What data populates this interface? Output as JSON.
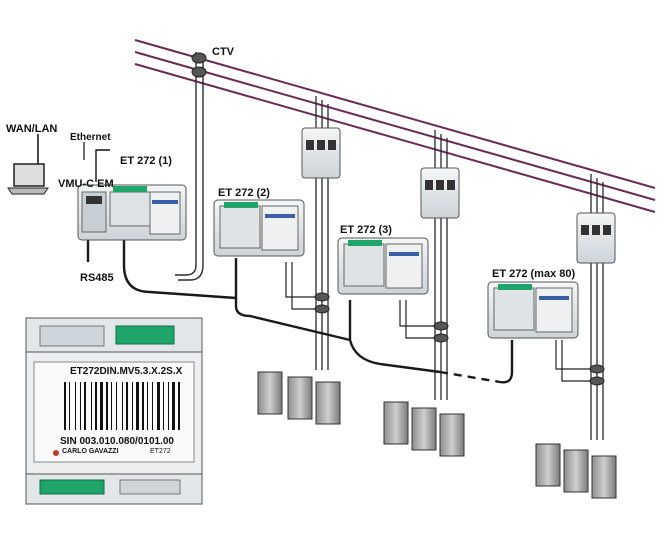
{
  "labels": {
    "ctv": "CTV",
    "wan_lan": "WAN/LAN",
    "ethernet": "Ethernet",
    "vmu_c_em": "VMU-C EM",
    "rs485": "RS485",
    "et272_1": "ET 272 (1)",
    "et272_2": "ET 272 (2)",
    "et272_3": "ET 272 (3)",
    "et272_max": "ET 272 (max 80)"
  },
  "product_label": {
    "model_code": "ET272DIN.MV5.3.X.2S.X",
    "serial": "SIN 003.010.080/0101.00",
    "brand": "CARLO GAVAZZI",
    "short_model": "ET272"
  },
  "colors": {
    "power_line": "#6a2a55",
    "cable": "#1a1a1a",
    "device_body": "#e9ecef",
    "device_front": "#dfe3e6",
    "terminal_green": "#1fa56a",
    "label_blue": "#3a5fa8"
  }
}
